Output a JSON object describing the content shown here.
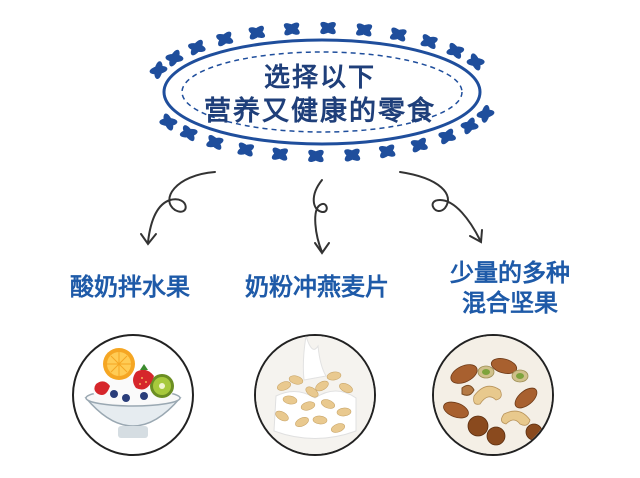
{
  "title": {
    "line1": "选择以下",
    "line2": "营养又健康的零食"
  },
  "options": [
    {
      "label": "酸奶拌水果",
      "image_icon": "yogurt-fruit-bowl-icon"
    },
    {
      "label": "奶粉冲燕麦片",
      "image_icon": "milk-oatmeal-icon"
    },
    {
      "label_line1": "少量的多种",
      "label_line2": "混合坚果",
      "image_icon": "mixed-nuts-icon"
    }
  ],
  "colors": {
    "title_text": "#1f3f7a",
    "label_text": "#1e5aa8",
    "laurel": "#1f4e9c",
    "arrow": "#333333"
  }
}
